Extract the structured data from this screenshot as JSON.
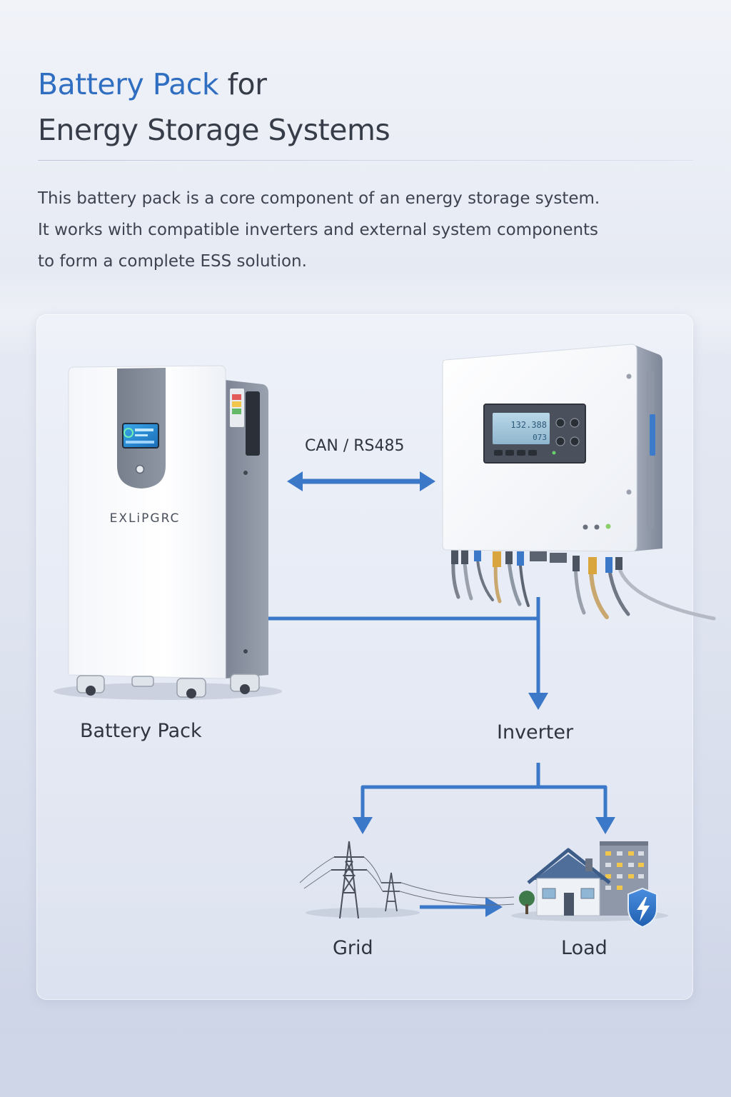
{
  "header": {
    "title_accent": "Battery Pack",
    "title_rest": "for",
    "title_line2": "Energy Storage Systems"
  },
  "intro": {
    "lines": [
      "This battery pack is a core component of an energy storage system.",
      "It works with compatible inverters and external system components",
      "to form a complete ESS solution."
    ]
  },
  "diagram": {
    "communication_label": "CAN / RS485",
    "nodes": {
      "battery": "Battery Pack",
      "inverter": "Inverter",
      "grid": "Grid",
      "load": "Load"
    },
    "battery_brand": "EXLiPGRC",
    "inverter_display": {
      "line1": "132.388",
      "line2": "073"
    }
  },
  "colors": {
    "accent": "#2f6ec0",
    "arrow": "#3b78c8",
    "text": "#363c48"
  }
}
